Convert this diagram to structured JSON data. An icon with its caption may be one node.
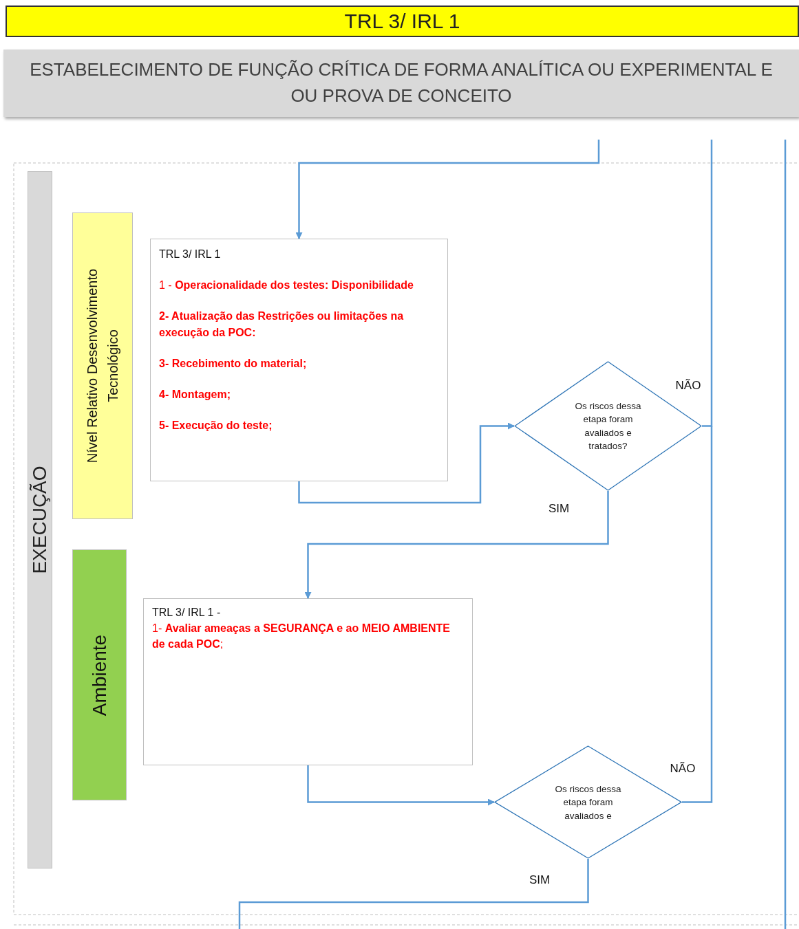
{
  "diagram": {
    "nodes": [
      {
        "text": [
          "TRL 3/ IRL 1"
        ]
      },
      {
        "text": [
          "ESTABELECIMENTO DE FUNÇÃO CRÍTICA DE FORMA ANALÍTICA OU EXPERIMENTAL E OU PROVA DE CONCEITO"
        ]
      },
      {
        "text": [
          "EXECUÇÃO"
        ]
      },
      {
        "text": [
          "Nível Relativo Desenvolvimento Tecnológico"
        ]
      },
      {
        "text": [
          "TRL 3/ IRL 1",
          "1 - **Operacionalidade dos testes: Disponibilidade**",
          "**2- Atualização das Restrições ou limitações na execução da POC:**",
          "**3- Recebimento do material;**",
          "**4- Montagem;**",
          "**5- Execução do teste;**"
        ]
      },
      {
        "text": [
          "Os riscos dessa etapa foram avaliados e tratados?"
        ]
      },
      {
        "text": [
          "Ambiente"
        ]
      },
      {
        "text": [
          "TRL 3/ IRL 1 -",
          "1- **Avaliar ameaças a SEGURANÇA e ao MEIO AMBIENTE de cada POC**;"
        ]
      },
      {
        "text": [
          "Os riscos dessa etapa foram avaliados e"
        ]
      }
    ],
    "edges": [
      {
        "from": null,
        "to": 4,
        "arrow": "to"
      },
      {
        "from": 4,
        "to": 5,
        "arrow": "to"
      },
      {
        "from": 5,
        "to": 7,
        "arrow": "to",
        "label": "SIM"
      },
      {
        "from": 5,
        "to": null,
        "arrow": "none",
        "label": "NÃO"
      },
      {
        "from": 7,
        "to": 8,
        "arrow": "to"
      },
      {
        "from": 8,
        "to": null,
        "arrow": "none",
        "label": "SIM"
      },
      {
        "from": 8,
        "to": null,
        "arrow": "none",
        "label": "NÃO"
      }
    ]
  }
}
